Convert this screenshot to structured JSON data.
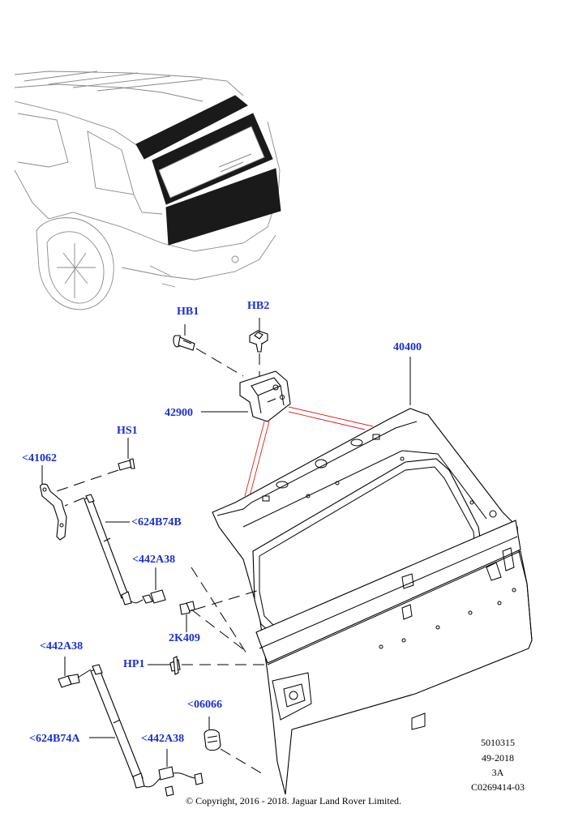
{
  "callouts": {
    "hb1": "HB1",
    "hb2": "HB2",
    "p40400": "40400",
    "p42900": "42900",
    "hs1": "HS1",
    "p41062": "<41062",
    "p624b74b": "<624B74B",
    "p442a38_top": "<442A38",
    "p2k409": "2K409",
    "p442a38_left": "<442A38",
    "hp1": "HP1",
    "p06066": "<06066",
    "p624b74a": "<624B74A",
    "p442a38_bottom": "<442A38"
  },
  "meta": {
    "line1": "5010315",
    "line2": "49-2018",
    "line3": "3A",
    "line4": "C0269414-03"
  },
  "copyright": "© Copyright, 2016 - 2018. Jaguar Land Rover Limited.",
  "colors": {
    "callout": "#1a2fd0",
    "red_lines": "#e0201a",
    "car_outline": "#888888",
    "glass": "#1a1a1a"
  }
}
